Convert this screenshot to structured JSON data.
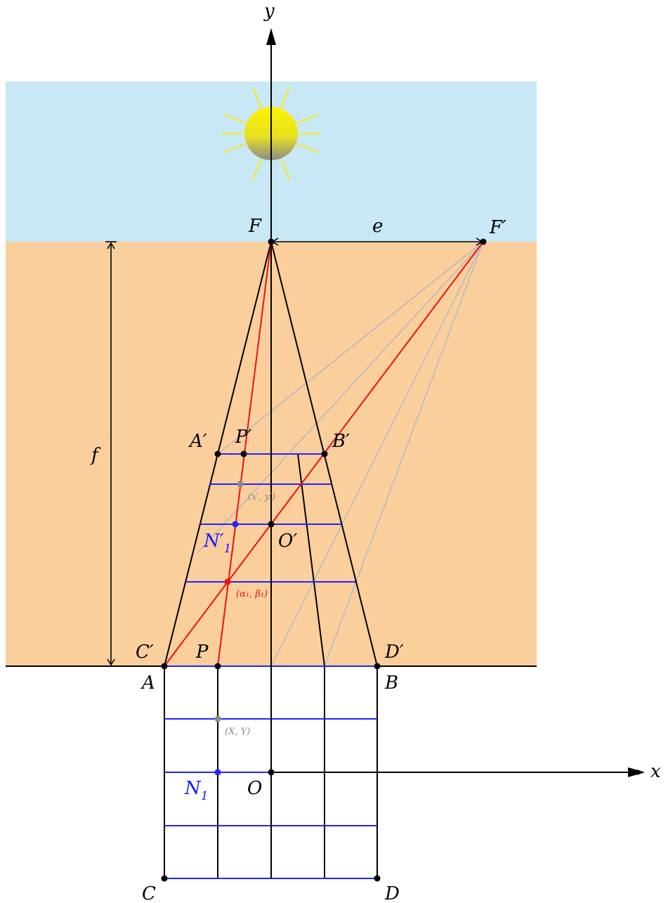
{
  "axes": {
    "x": "x",
    "y": "y"
  },
  "labels": {
    "F": "F",
    "F_prime": "F′",
    "e": "e",
    "f": "f",
    "A_prime": "A′",
    "P_prime": "P′",
    "B_prime": "B′",
    "N1_prime": "N′",
    "N1_prime_sub": "1",
    "O_prime": "O′",
    "C_prime": "C′",
    "P": "P",
    "D_prime": "D′",
    "A": "A",
    "B": "B",
    "N1": "N",
    "N1_sub": "1",
    "O": "O",
    "C": "C",
    "D": "D",
    "xy_prime": "(x′, y′)",
    "alpha_beta": "(α₁, β₁)",
    "XY": "(X, Y)"
  },
  "colors": {
    "sky": "#c8e8f6",
    "ground": "#fbcf9c",
    "grid_blue": "#2424ff",
    "highlight_red": "#ee1111",
    "guide_gray": "#b9b9bd",
    "point_gray": "#8a8a8a",
    "sun_top": "#fff200",
    "sun_bottom": "#8c8c8c",
    "sun_ray": "#f4e826"
  },
  "sun": {
    "icon": "sun-icon"
  }
}
